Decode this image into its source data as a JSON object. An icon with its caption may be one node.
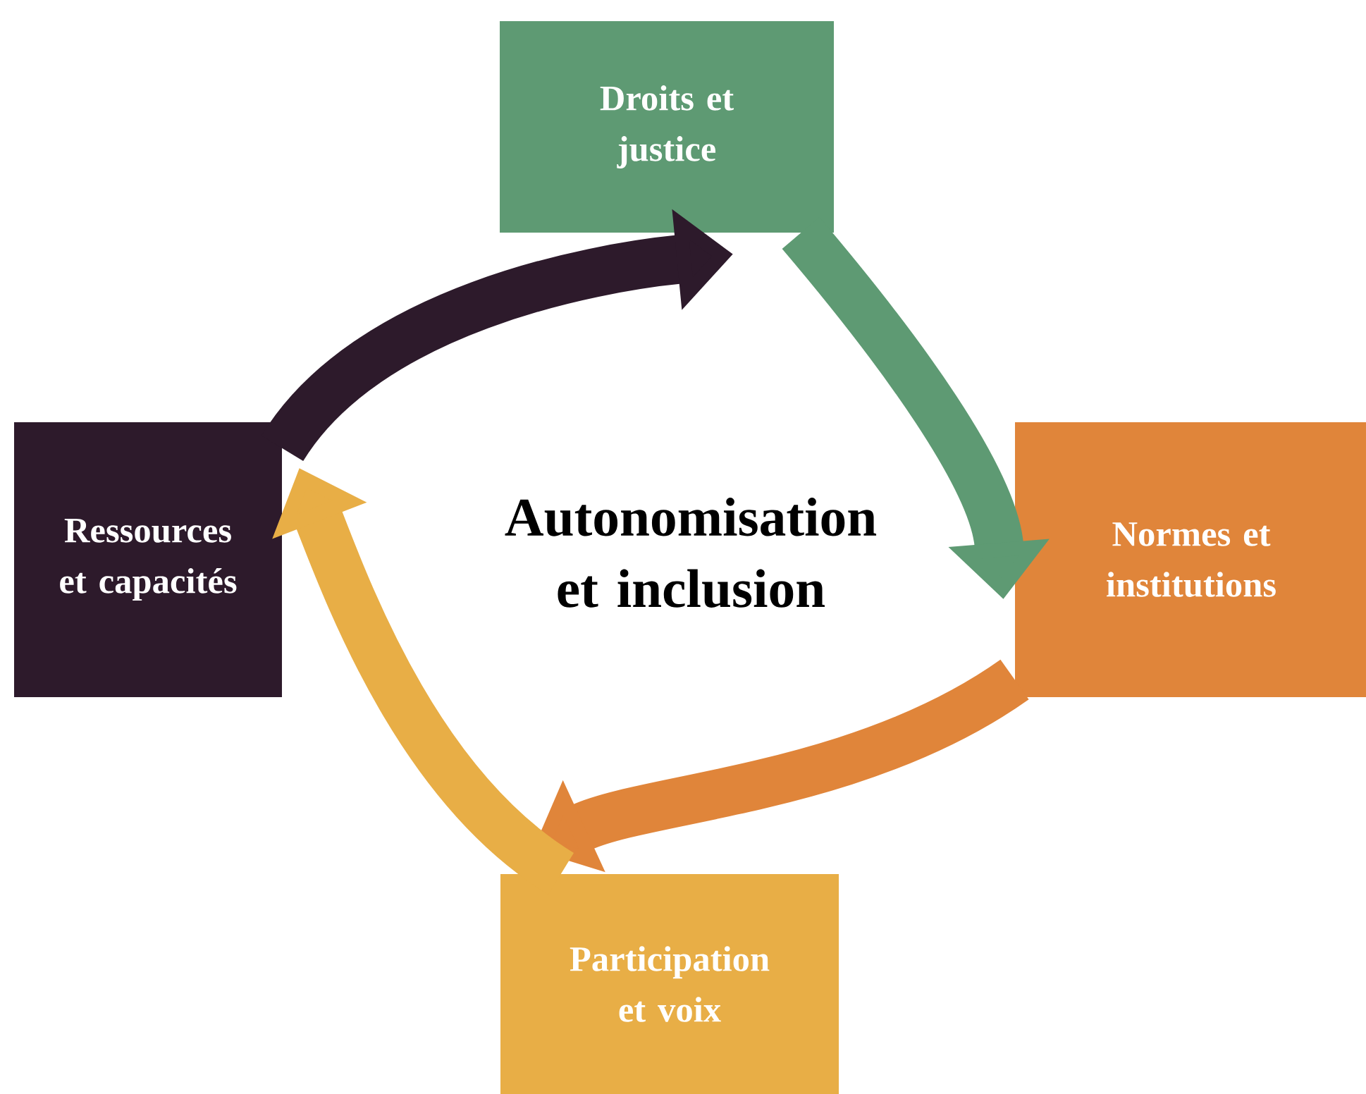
{
  "diagram": {
    "nodes": [
      {
        "text": [
          "Droits et justice"
        ]
      },
      {
        "text": [
          "Normes et institutions"
        ]
      },
      {
        "text": [
          "Participation et voix"
        ]
      },
      {
        "text": [
          "Ressources et capacités"
        ]
      },
      {
        "text": [
          "Autonomisation et inclusion"
        ]
      }
    ],
    "edges": [
      {
        "from": 0,
        "to": 1,
        "arrow": "to",
        "color": "#5e9a73"
      },
      {
        "from": 1,
        "to": 2,
        "arrow": "to",
        "color": "#e0853a"
      },
      {
        "from": 2,
        "to": 3,
        "arrow": "to",
        "color": "#e8ae46"
      },
      {
        "from": 3,
        "to": 0,
        "arrow": "to",
        "color": "#2d1a2b"
      }
    ]
  }
}
